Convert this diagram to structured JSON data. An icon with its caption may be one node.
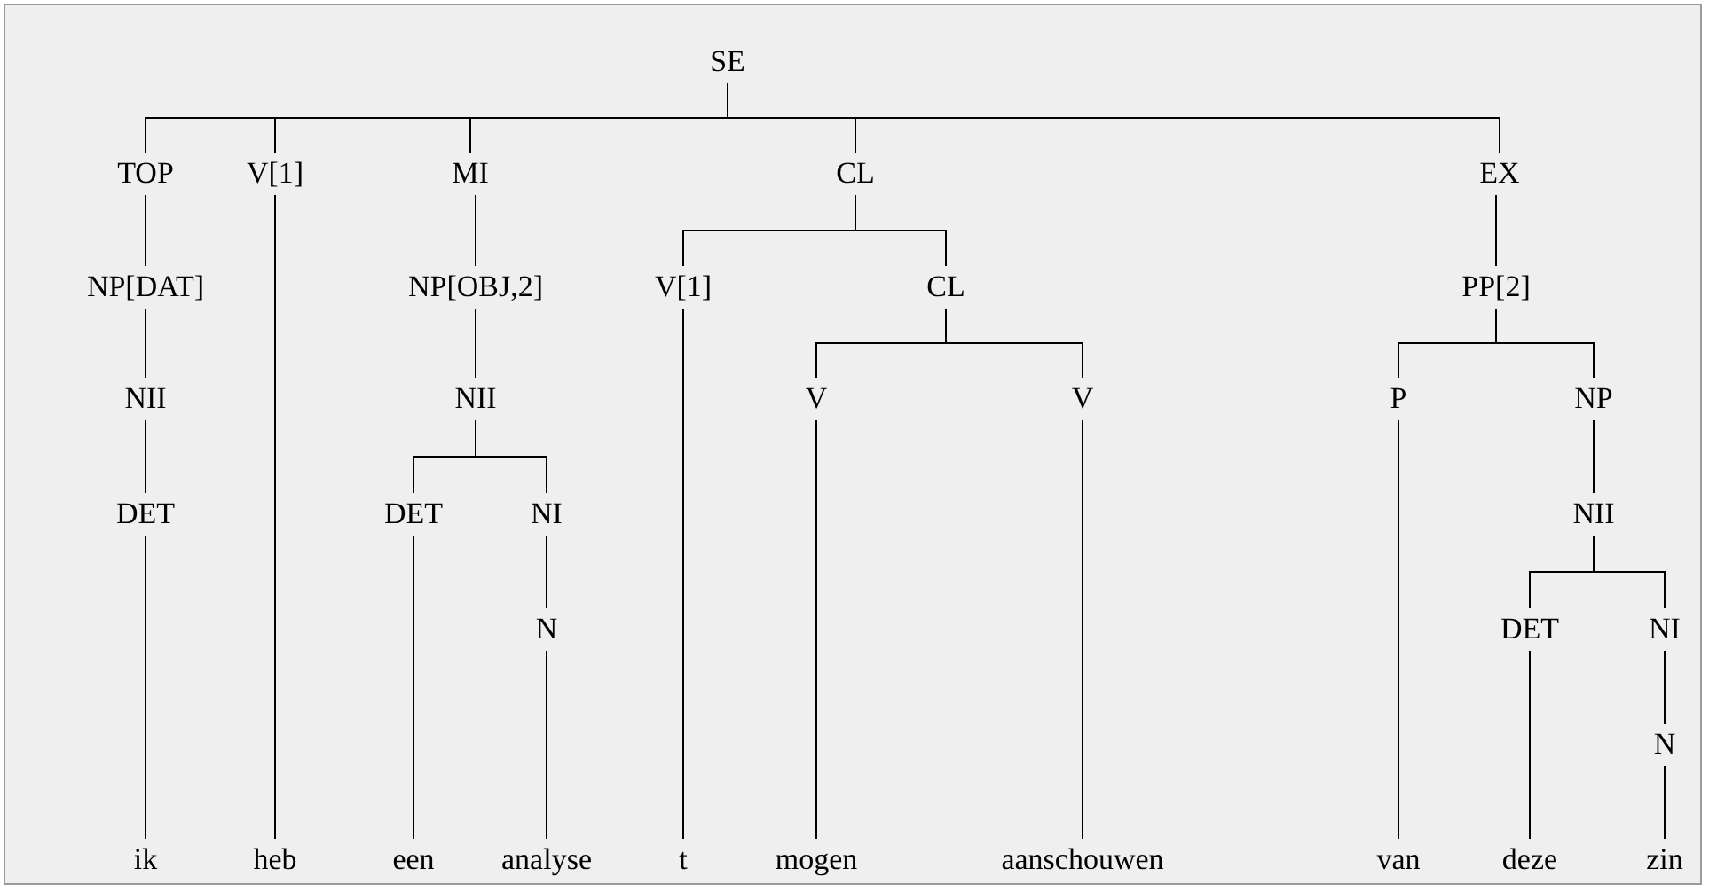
{
  "diagram": {
    "nodes": [
      {
        "text": [
          "SE"
        ]
      },
      {
        "text": [
          "TOP"
        ]
      },
      {
        "text": [
          "V[1]"
        ]
      },
      {
        "text": [
          "MI"
        ]
      },
      {
        "text": [
          "CL"
        ]
      },
      {
        "text": [
          "EX"
        ]
      },
      {
        "text": [
          "NP[DAT]"
        ]
      },
      {
        "text": [
          "NP[OBJ,2]"
        ]
      },
      {
        "text": [
          "V[1]"
        ]
      },
      {
        "text": [
          "CL"
        ]
      },
      {
        "text": [
          "PP[2]"
        ]
      },
      {
        "text": [
          "NII"
        ]
      },
      {
        "text": [
          "NII"
        ]
      },
      {
        "text": [
          "V"
        ]
      },
      {
        "text": [
          "V"
        ]
      },
      {
        "text": [
          "P"
        ]
      },
      {
        "text": [
          "NP"
        ]
      },
      {
        "text": [
          "DET"
        ]
      },
      {
        "text": [
          "DET"
        ]
      },
      {
        "text": [
          "NI"
        ]
      },
      {
        "text": [
          "NII"
        ]
      },
      {
        "text": [
          "N"
        ]
      },
      {
        "text": [
          "DET"
        ]
      },
      {
        "text": [
          "NI"
        ]
      },
      {
        "text": [
          "N"
        ]
      },
      {
        "text": [
          "ik"
        ]
      },
      {
        "text": [
          "heb"
        ]
      },
      {
        "text": [
          "een"
        ]
      },
      {
        "text": [
          "analyse"
        ]
      },
      {
        "text": [
          "t"
        ]
      },
      {
        "text": [
          "mogen"
        ]
      },
      {
        "text": [
          "aanschouwen"
        ]
      },
      {
        "text": [
          "van"
        ]
      },
      {
        "text": [
          "deze"
        ]
      },
      {
        "text": [
          "zin"
        ]
      }
    ],
    "edges": [
      {
        "from": 0,
        "to": 1,
        "arrow": "none"
      },
      {
        "from": 0,
        "to": 2,
        "arrow": "none"
      },
      {
        "from": 0,
        "to": 3,
        "arrow": "none"
      },
      {
        "from": 0,
        "to": 4,
        "arrow": "none"
      },
      {
        "from": 0,
        "to": 5,
        "arrow": "none"
      },
      {
        "from": 1,
        "to": 6,
        "arrow": "none"
      },
      {
        "from": 3,
        "to": 7,
        "arrow": "none"
      },
      {
        "from": 4,
        "to": 8,
        "arrow": "none"
      },
      {
        "from": 4,
        "to": 9,
        "arrow": "none"
      },
      {
        "from": 5,
        "to": 10,
        "arrow": "none"
      },
      {
        "from": 6,
        "to": 11,
        "arrow": "none"
      },
      {
        "from": 7,
        "to": 12,
        "arrow": "none"
      },
      {
        "from": 9,
        "to": 13,
        "arrow": "none"
      },
      {
        "from": 9,
        "to": 14,
        "arrow": "none"
      },
      {
        "from": 10,
        "to": 15,
        "arrow": "none"
      },
      {
        "from": 10,
        "to": 16,
        "arrow": "none"
      },
      {
        "from": 11,
        "to": 17,
        "arrow": "none"
      },
      {
        "from": 12,
        "to": 18,
        "arrow": "none"
      },
      {
        "from": 12,
        "to": 19,
        "arrow": "none"
      },
      {
        "from": 16,
        "to": 20,
        "arrow": "none"
      },
      {
        "from": 19,
        "to": 21,
        "arrow": "none"
      },
      {
        "from": 20,
        "to": 22,
        "arrow": "none"
      },
      {
        "from": 20,
        "to": 23,
        "arrow": "none"
      },
      {
        "from": 23,
        "to": 24,
        "arrow": "none"
      },
      {
        "from": 17,
        "to": 25,
        "arrow": "none"
      },
      {
        "from": 2,
        "to": 26,
        "arrow": "none"
      },
      {
        "from": 18,
        "to": 27,
        "arrow": "none"
      },
      {
        "from": 21,
        "to": 28,
        "arrow": "none"
      },
      {
        "from": 8,
        "to": 29,
        "arrow": "none"
      },
      {
        "from": 13,
        "to": 30,
        "arrow": "none"
      },
      {
        "from": 14,
        "to": 31,
        "arrow": "none"
      },
      {
        "from": 15,
        "to": 32,
        "arrow": "none"
      },
      {
        "from": 22,
        "to": 33,
        "arrow": "none"
      },
      {
        "from": 24,
        "to": 34,
        "arrow": "none"
      }
    ]
  }
}
